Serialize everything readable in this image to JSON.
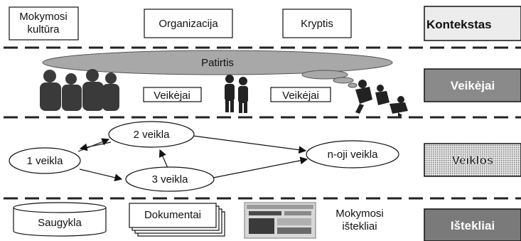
{
  "layers": {
    "context": {
      "side_label": "Kontekstas",
      "items": {
        "learning_culture_line1": "Mokymosi",
        "learning_culture_line2": "kultūra",
        "organization": "Organizacija",
        "direction": "Kryptis"
      }
    },
    "actors": {
      "side_label": "Veikėjai",
      "experience": "Patirtis",
      "actor_box_1": "Veikėjai",
      "actor_box_2": "Veikėjai"
    },
    "activities": {
      "side_label": "Veiklos",
      "nodes": {
        "a1": "1 veikla",
        "a2": "2 veikla",
        "a3": "3 veikla",
        "an": "n-oji veikla"
      }
    },
    "resources": {
      "side_label": "Ištekliai",
      "repository": "Saugykla",
      "documents": "Dokumentai",
      "learning_resources_line1": "Mokymosi",
      "learning_resources_line2": "ištekliai"
    }
  },
  "colors": {
    "context_box": "#ececec",
    "actors_box": "#8a8a8a",
    "activities_box": "#cfcfcf",
    "resources_box": "#7a7a7a",
    "cloud": "#a8a8a8",
    "silhouette": "#222222"
  }
}
